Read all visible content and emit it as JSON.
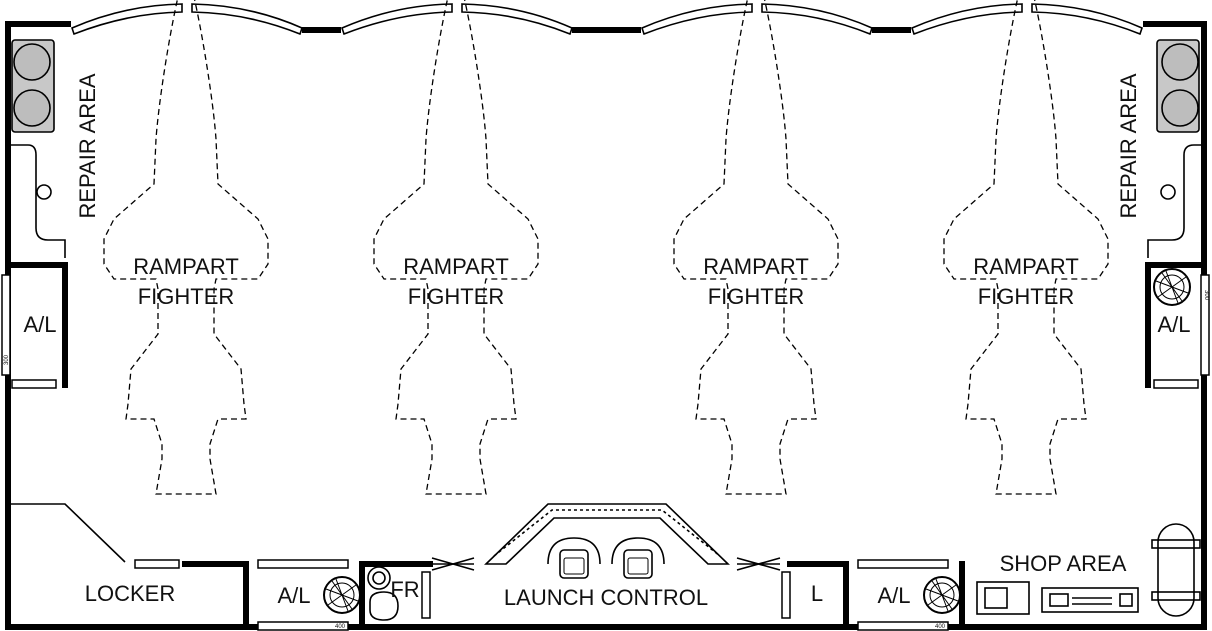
{
  "hangars": [
    {
      "line1": "RAMPART",
      "line2": "FIGHTER"
    },
    {
      "line1": "RAMPART",
      "line2": "FIGHTER"
    },
    {
      "line1": "RAMPART",
      "line2": "FIGHTER"
    },
    {
      "line1": "RAMPART",
      "line2": "FIGHTER"
    }
  ],
  "rooms": {
    "repair_left": "REPAIR AREA",
    "repair_right": "REPAIR AREA",
    "airlock_left": "A/L",
    "airlock_right": "A/L",
    "airlock_bottom_left": "A/L",
    "airlock_bottom_right": "A/L",
    "locker": "LOCKER",
    "fresher": "FR",
    "launch_control": "LAUNCH CONTROL",
    "lift": "L",
    "shop": "SHOP AREA"
  },
  "door_marks": {
    "side_left": "300",
    "side_right": "300",
    "bottom_left": "400",
    "bottom_right": "400"
  },
  "icons": {
    "fighter_silhouette": "dashed-outline",
    "airlock_hatch": "circle-hatch",
    "console_seat": "seat",
    "fuel_tank": "cylinder"
  },
  "colors": {
    "line": "#000000",
    "fill_grey": "#c8c8c8",
    "background": "#ffffff"
  }
}
